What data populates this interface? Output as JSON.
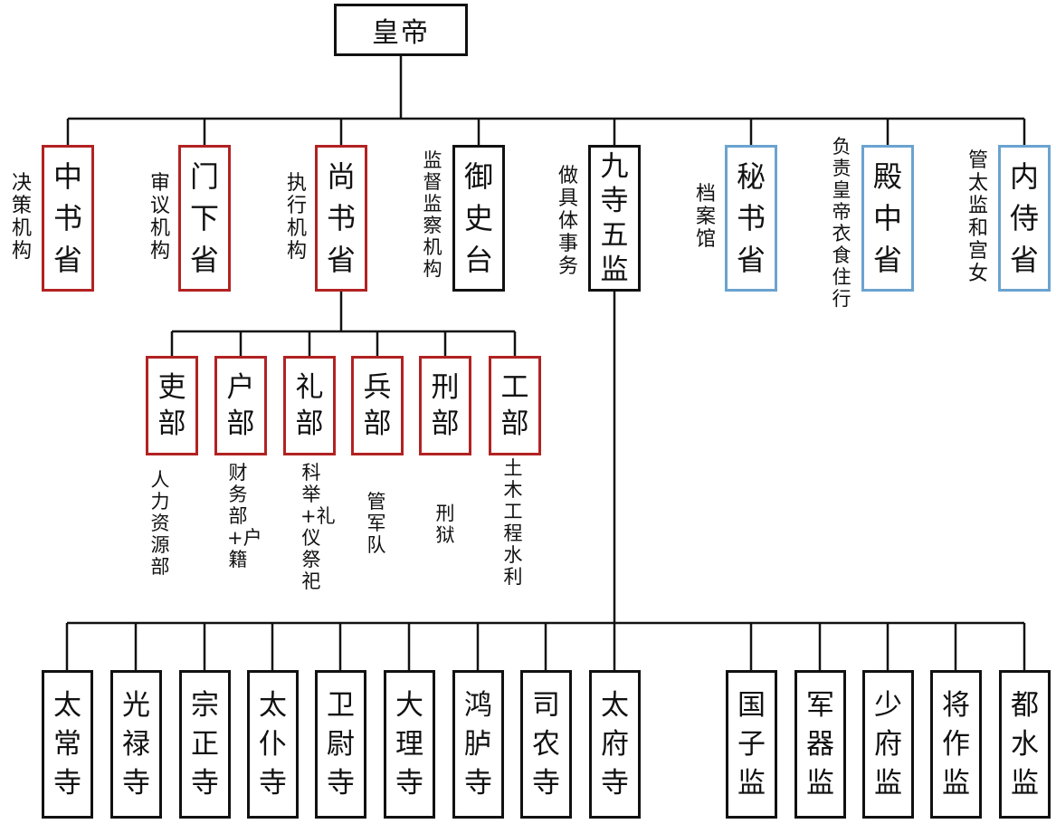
{
  "root": {
    "label": "皇帝"
  },
  "colors": {
    "line": "#111111",
    "red_border": "#b22222",
    "blue_border": "#6aa3d0",
    "black_border": "#111111"
  },
  "level1": [
    {
      "label": "中书省",
      "note": "决策机构",
      "border": "red"
    },
    {
      "label": "门下省",
      "note": "审议机构",
      "border": "red"
    },
    {
      "label": "尚书省",
      "note": "执行机构",
      "border": "red"
    },
    {
      "label": "御史台",
      "note": "监督监察机构",
      "border": "black"
    },
    {
      "label": "九寺五监",
      "note": "做具体事务",
      "border": "black"
    },
    {
      "label": "秘书省",
      "note": "档案馆",
      "border": "blue"
    },
    {
      "label": "殿中省",
      "note": "负责皇帝衣食住行",
      "border": "blue"
    },
    {
      "label": "内侍省",
      "note": "管太监和宫女",
      "border": "blue"
    }
  ],
  "ministries": [
    {
      "label": "吏部",
      "note": "人力资源部"
    },
    {
      "label": "户部",
      "note": "财务部+户籍"
    },
    {
      "label": "礼部",
      "note": "科举+礼仪祭祀"
    },
    {
      "label": "兵部",
      "note": "管军队"
    },
    {
      "label": "刑部",
      "note": "刑狱"
    },
    {
      "label": "工部",
      "note": "土木工程水利"
    }
  ],
  "temples": [
    "太常寺",
    "光禄寺",
    "宗正寺",
    "太仆寺",
    "卫尉寺",
    "大理寺",
    "鸿胪寺",
    "司农寺",
    "太府寺"
  ],
  "directorates": [
    "国子监",
    "军器监",
    "少府监",
    "将作监",
    "都水监"
  ]
}
